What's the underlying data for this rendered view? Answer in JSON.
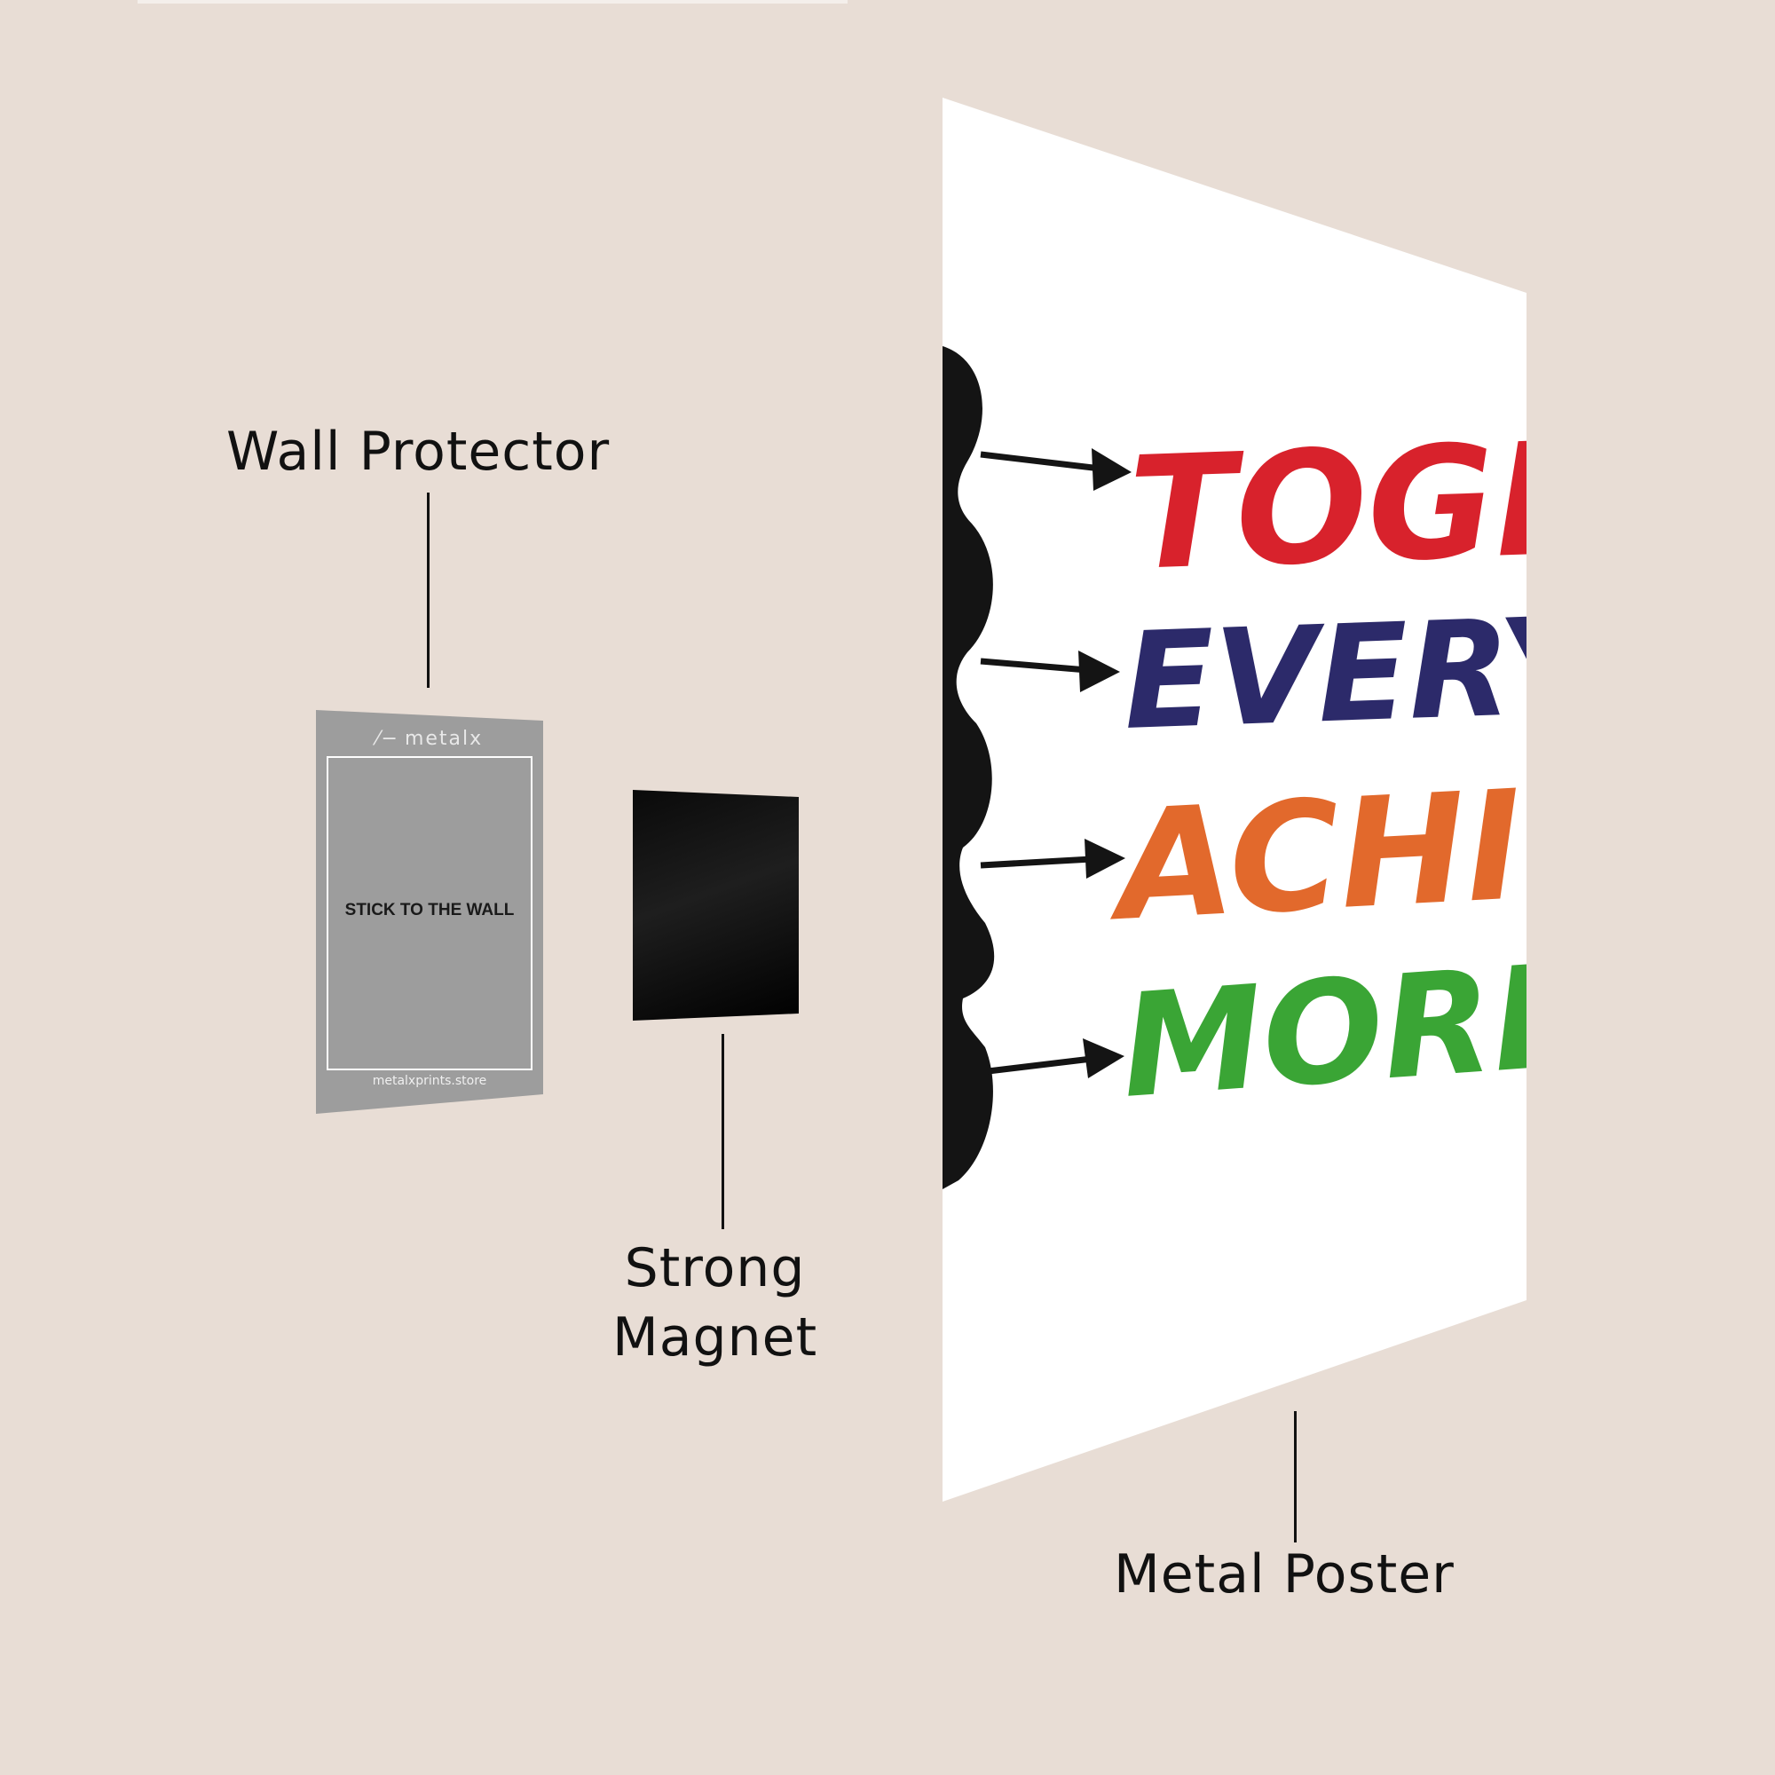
{
  "labels": {
    "wall_protector": "Wall Protector",
    "strong_magnet_line1": "Strong",
    "strong_magnet_line2": "Magnet",
    "metal_poster": "Metal Poster"
  },
  "wall_protector_plate": {
    "brand": "metalx",
    "instruction": "STICK TO THE WALL",
    "url": "metalxprints.store",
    "color": "#9d9d9d"
  },
  "poster": {
    "lines": [
      {
        "text": "TOGETHE",
        "color": "#d8222c"
      },
      {
        "text": "EVERYO",
        "color": "#2c2a6a"
      },
      {
        "text": "ACHIEVE",
        "color": "#e2692c"
      },
      {
        "text": "MORE",
        "color": "#3aa535"
      }
    ]
  },
  "colors": {
    "background": "#e8ddd5",
    "poster": "#ffffff",
    "text": "#111111",
    "magnet": "#0a0a0a"
  }
}
